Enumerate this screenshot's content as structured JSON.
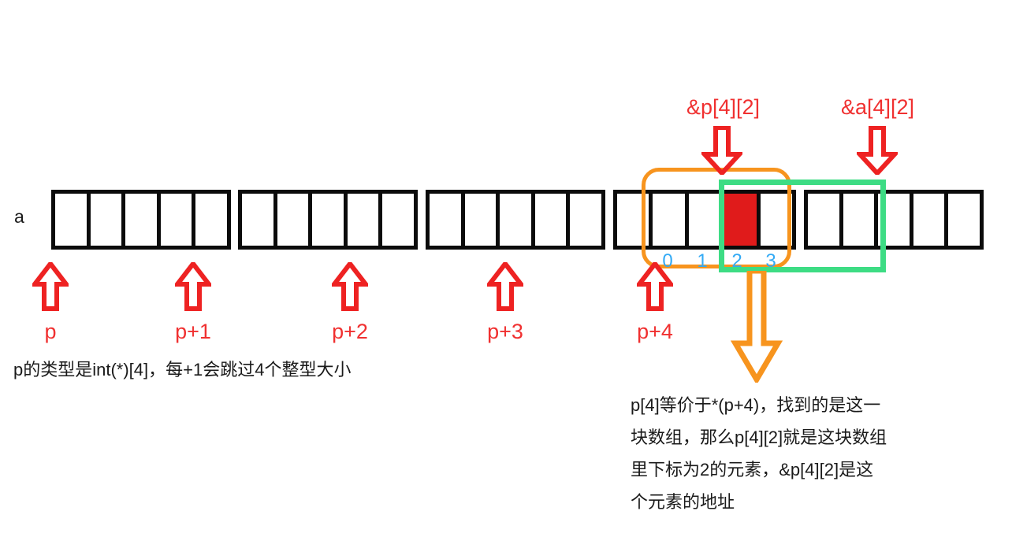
{
  "diagram": {
    "array_row_label": "a",
    "blocks": [
      {
        "id": "block-0",
        "cells": [
          "",
          "",
          "",
          "",
          ""
        ]
      },
      {
        "id": "block-1",
        "cells": [
          "",
          "",
          "",
          "",
          ""
        ]
      },
      {
        "id": "block-2",
        "cells": [
          "",
          "",
          "",
          "",
          ""
        ]
      },
      {
        "id": "block-3",
        "cells": [
          "",
          "",
          "",
          "",
          ""
        ]
      },
      {
        "id": "block-4",
        "cells": [
          "",
          "",
          "",
          "",
          ""
        ]
      },
      {
        "id": "block-5",
        "cells": [
          "",
          "",
          "",
          "",
          ""
        ]
      }
    ],
    "highlighted_cell": {
      "block_index": 4,
      "cell_index": 3,
      "color": "#e01b1b"
    },
    "pointer_labels": [
      {
        "name": "p",
        "text": "p"
      },
      {
        "name": "p1",
        "text": "p+1"
      },
      {
        "name": "p2",
        "text": "p+2"
      },
      {
        "name": "p3",
        "text": "p+3"
      },
      {
        "name": "p4",
        "text": "p+4"
      }
    ],
    "address_labels": [
      {
        "name": "p-elem-addr",
        "text": "&p[4][2]"
      },
      {
        "name": "a-elem-addr",
        "text": "&a[4][2]"
      }
    ],
    "indices": [
      "0",
      "1",
      "2",
      "3"
    ],
    "captions": {
      "left": "p的类型是int(*)[4]，每+1会跳过4个整型大小",
      "right_lines": [
        "p[4]等价于*(p+4)，找到的是这一",
        "块数组，那么p[4][2]就是这块数组",
        "里下标为2的元素，&p[4][2]是这",
        "个元素的地址"
      ]
    },
    "colors": {
      "arrow_red": "#f03030",
      "cell_border": "#0b0b0b",
      "highlight_red": "#e01b1b",
      "orange": "#f7941e",
      "green": "#3ddc84",
      "index_blue": "#33aaf5",
      "text": "#1a1a1a",
      "background": "#ffffff"
    }
  }
}
